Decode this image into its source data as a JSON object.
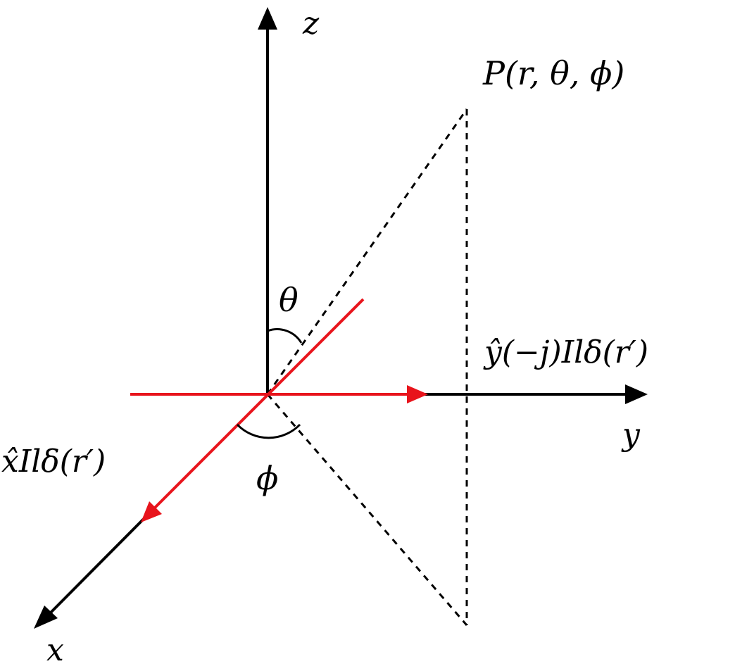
{
  "colors": {
    "axis": "#000000",
    "current": "#e8141c",
    "guide": "#000000",
    "background": "#ffffff"
  },
  "labels": {
    "z_axis": "z",
    "y_axis": "y",
    "x_axis": "x",
    "point": "P(r, θ, ϕ)",
    "theta": "θ",
    "phi": "ϕ",
    "x_current": "x̂Ilδ(r′)",
    "y_current": "ŷ(−j)Ilδ(r′)"
  }
}
